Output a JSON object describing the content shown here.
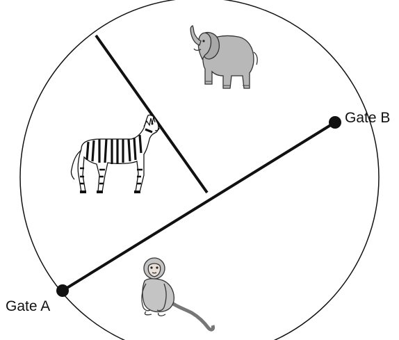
{
  "diagram": {
    "labels": {
      "gate_a": "Gate A",
      "gate_b": "Gate B"
    },
    "animals": [
      "elephant",
      "zebra",
      "monkey"
    ],
    "colors": {
      "line": "#111111",
      "elephant": "#b8b8b8",
      "monkey": "#c4c4c4",
      "zebra_body": "#ffffff",
      "zebra_stripe": "#111111"
    }
  }
}
